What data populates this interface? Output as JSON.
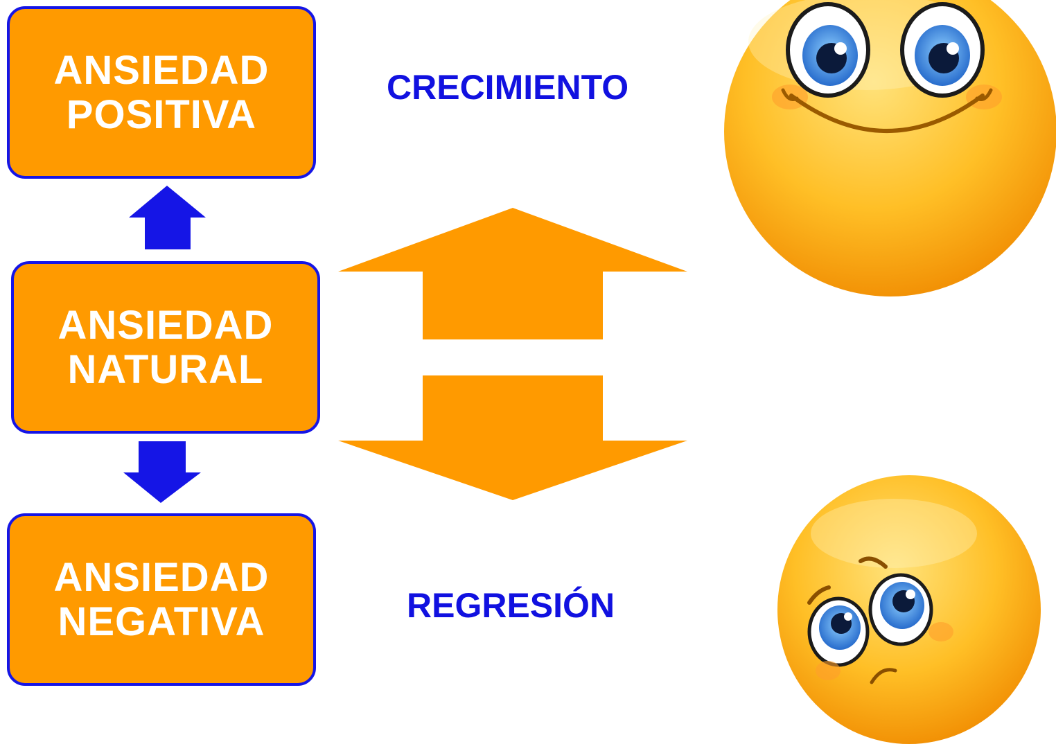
{
  "colors": {
    "box_fill": "#ff9a00",
    "box_border": "#1515e6",
    "box_text": "#ffffff",
    "label_text": "#1111e0",
    "arrow_small": "#1515e6",
    "arrow_big": "#ff9a00",
    "face": "#ffbb22"
  },
  "boxes": {
    "positiva": {
      "line1": "ANSIEDAD",
      "line2": "POSITIVA"
    },
    "natural": {
      "line1": "ANSIEDAD",
      "line2": "NATURAL"
    },
    "negativa": {
      "line1": "ANSIEDAD",
      "line2": "NEGATIVA"
    }
  },
  "labels": {
    "crecimiento": "CRECIMIENTO",
    "regresion": "REGRESIÓN"
  },
  "icons": {
    "happy": "happy-face-icon",
    "sad": "sad-face-icon",
    "up": "arrow-up-icon",
    "down": "arrow-down-icon"
  }
}
